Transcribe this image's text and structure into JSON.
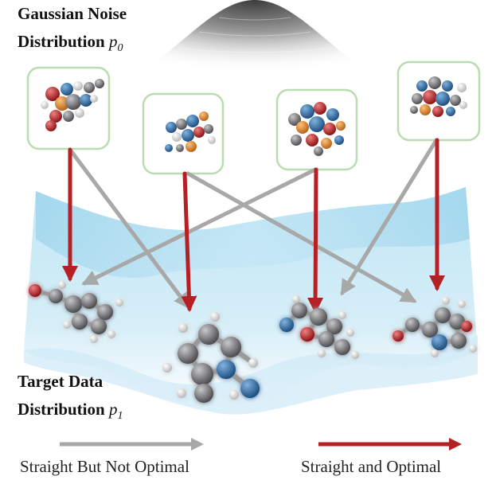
{
  "top_label": {
    "line1": "Gaussian Noise",
    "line2": "Distribution",
    "symbol": "p",
    "sub": "0"
  },
  "bottom_label": {
    "line1": "Target Data",
    "line2": "Distribution",
    "symbol": "p",
    "sub": "1"
  },
  "legend": {
    "gray": {
      "label": "Straight But Not Optimal",
      "color": "#a8a8a8"
    },
    "red": {
      "label": "Straight and Optimal",
      "color": "#b52025"
    }
  },
  "colors": {
    "box_border": "#b9ddb0",
    "gaussian_gray": "#9a9a9a",
    "surface_blue": "#9fd3ea",
    "atom_carbon": "#6f6f72",
    "atom_nitrogen": "#2f6ea8",
    "atom_oxygen": "#c5282c",
    "atom_hydrogen": "#f2f2f2",
    "atom_orange": "#e08a2c"
  }
}
